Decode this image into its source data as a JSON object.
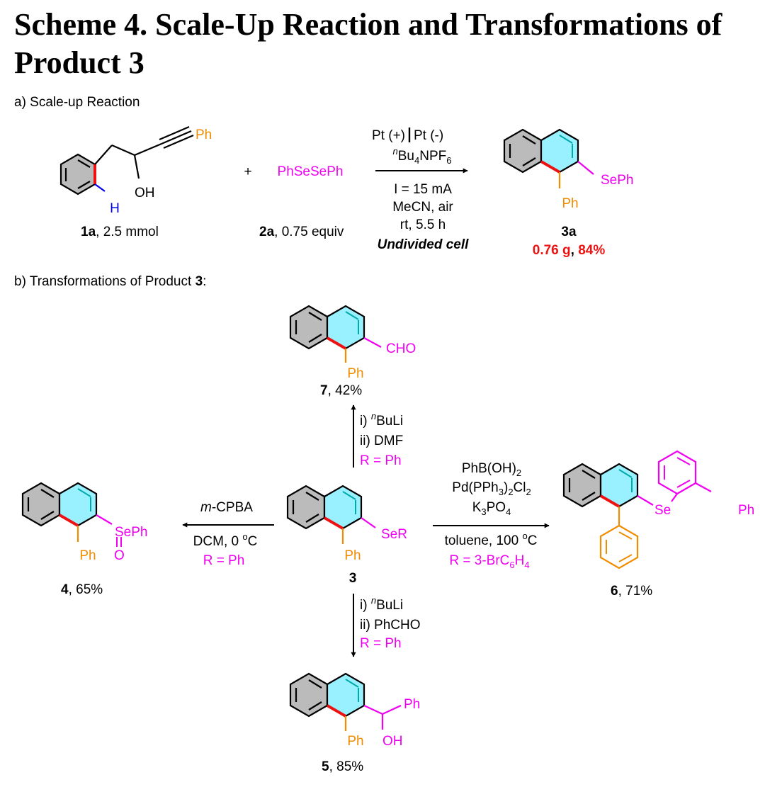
{
  "title": "Scheme 4. Scale-Up Reaction and Transformations of Product 3",
  "colors": {
    "magenta": "#f000f0",
    "orange": "#f08c00",
    "red": "#ee1111",
    "blue": "#0000ee",
    "ring_fill": "#bbbbbb",
    "cyan_fill": "#99f0ff",
    "cyan_line": "#00aaaa"
  },
  "section_a": {
    "label": "a) Scale-up Reaction",
    "sm_ph": "Ph",
    "sm_oh": "OH",
    "sm_h": "H",
    "sm_name": "1a",
    "sm_amount": ", 2.5 mmol",
    "plus": "+",
    "reagent": "PhSeSePh",
    "reagent_name": "2a",
    "reagent_amount": ", 0.75 equiv",
    "cond_electrodes_left": "Pt (+)",
    "cond_electrodes_right": "Pt (-)",
    "cond_electrolyte_sup": "n",
    "cond_electrolyte_a": "Bu",
    "cond_electrolyte_sub1": "4",
    "cond_electrolyte_b": "NPF",
    "cond_electrolyte_sub2": "6",
    "cond_current": "I = 15 mA",
    "cond_solvent": "MeCN, air",
    "cond_time": "rt, 5.5 h",
    "cond_cell": "Undivided cell",
    "prod_seph": "SePh",
    "prod_ph": "Ph",
    "prod_name": "3a",
    "prod_mass": "0.76 g",
    "prod_sep": ", ",
    "prod_yield": "84%"
  },
  "section_b": {
    "label_text": "b) Transformations of Product ",
    "label_bold": "3",
    "label_colon": ":",
    "center_ser": "SeR",
    "center_ph": "Ph",
    "center_name": "3",
    "p7_cho": "CHO",
    "p7_ph": "Ph",
    "p7_name": "7",
    "p7_yield": ", 42%",
    "up_step1_prefix": "i) ",
    "up_step1_sup": "n",
    "up_step1": "BuLi",
    "up_step2": "ii) DMF",
    "up_r": "R = Ph",
    "p4_seph": "SePh",
    "p4_o": "O",
    "p4_ph": "Ph",
    "p4_name": "4",
    "p4_yield": ", 65%",
    "left_reagent_italic": "m",
    "left_reagent": "-CPBA",
    "left_cond": "DCM, 0 ",
    "left_cond_sup": "o",
    "left_cond_unit": "C",
    "left_r": "R = Ph",
    "p6_se": "Se",
    "p6_ph": "Ph",
    "p6_name": "6",
    "p6_yield": ", 71%",
    "right_r1": "PhB(OH)",
    "right_r1_sub": "2",
    "right_r2_a": "Pd(PPh",
    "right_r2_sub1": "3",
    "right_r2_b": ")",
    "right_r2_sub2": "2",
    "right_r2_c": "Cl",
    "right_r2_sub3": "2",
    "right_r3_a": "K",
    "right_r3_sub1": "3",
    "right_r3_b": "PO",
    "right_r3_sub2": "4",
    "right_cond": "toluene, 100 ",
    "right_cond_sup": "o",
    "right_cond_unit": "C",
    "right_r_a": "R = 3-BrC",
    "right_r_sub1": "6",
    "right_r_b": "H",
    "right_r_sub2": "4",
    "p5_ph1": "Ph",
    "p5_oh": "OH",
    "p5_ph2": "Ph",
    "p5_name": "5",
    "p5_yield": ", 85%",
    "down_step1_prefix": "i) ",
    "down_step1_sup": "n",
    "down_step1": "BuLi",
    "down_step2": "ii) PhCHO",
    "down_r": "R = Ph"
  }
}
